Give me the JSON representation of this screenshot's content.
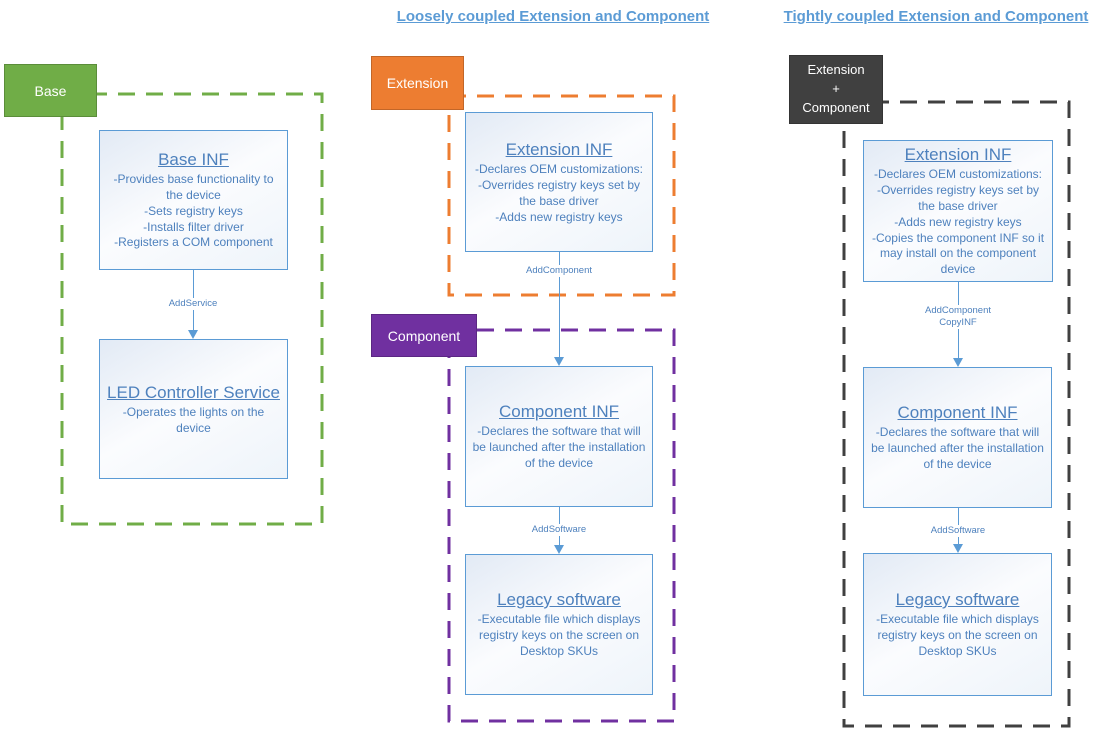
{
  "colors": {
    "heading-blue": "#5B9BD5",
    "blue-border": "#5B9BD5",
    "blue-line": "#5B9BD5",
    "blue-text": "#4E81BD",
    "green": "#70AD47",
    "orange": "#ED7D31",
    "purple": "#7030A0",
    "dark-gray": "#404040"
  },
  "headings": {
    "loosely": "Loosely coupled Extension and Component",
    "tightly": "Tightly coupled Extension and Component"
  },
  "labels": {
    "base": "Base",
    "extension": "Extension",
    "component": "Component",
    "extension_component": "Extension\n+\nComponent"
  },
  "boxes": {
    "base_inf": {
      "title": "Base INF",
      "bullets": [
        "-Provides base functionality to the device",
        "-Sets registry keys",
        "-Installs filter driver",
        "-Registers a COM component"
      ]
    },
    "led_service": {
      "title": "LED Controller Service",
      "bullets": [
        "-Operates the lights on the device"
      ]
    },
    "extension_inf_loose": {
      "title": "Extension INF",
      "bullets": [
        "-Declares OEM customizations:",
        "-Overrides registry keys set by the base driver",
        "-Adds new registry keys"
      ]
    },
    "component_inf_loose": {
      "title": "Component INF",
      "bullets": [
        "-Declares the software that will be launched after the installation of the device"
      ]
    },
    "legacy_software_loose": {
      "title": "Legacy software",
      "bullets": [
        "-Executable file which displays registry keys on the screen on Desktop SKUs"
      ]
    },
    "extension_inf_tight": {
      "title": "Extension INF",
      "bullets": [
        "-Declares OEM customizations:",
        "-Overrides registry keys set by the base driver",
        "-Adds new registry keys",
        "-Copies the component INF so it may install on the component device"
      ]
    },
    "component_inf_tight": {
      "title": "Component INF",
      "bullets": [
        "-Declares the software that will be launched after the installation of the device"
      ]
    },
    "legacy_software_tight": {
      "title": "Legacy software",
      "bullets": [
        "-Executable file which displays registry keys on the screen on Desktop SKUs"
      ]
    }
  },
  "arrow_labels": {
    "add_service": "AddService",
    "add_component": "AddComponent",
    "add_component_copyinf": "AddComponent\nCopyINF",
    "add_software_loose": "AddSoftware",
    "add_software_tight": "AddSoftware"
  }
}
